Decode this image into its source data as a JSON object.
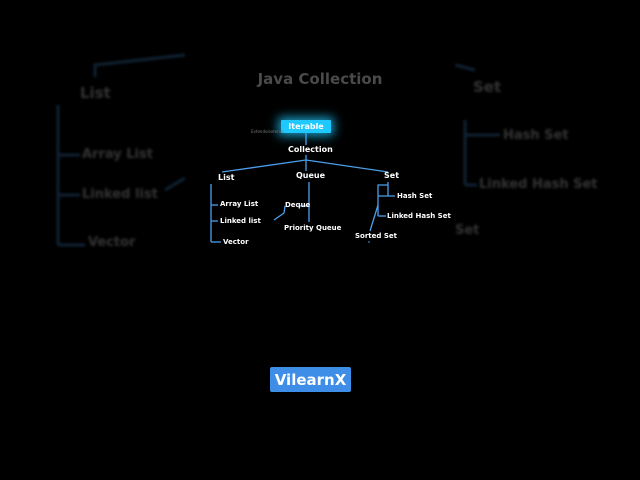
{
  "title": "Java Collection",
  "root": {
    "label": "Iterable",
    "extends_note": "Extends/extends"
  },
  "collection": "Collection",
  "branches": {
    "list": {
      "label": "List",
      "children": [
        "Array List",
        "Linked list",
        "Vector"
      ]
    },
    "queue": {
      "label": "Queue",
      "children": [
        "Deque",
        "Priority Queue"
      ]
    },
    "set": {
      "label": "Set",
      "children": [
        "Hash Set",
        "Linked Hash Set",
        "Sorted Set"
      ]
    }
  },
  "left_echo": {
    "label": "List",
    "children": [
      "Array List",
      "Linked list",
      "Vector"
    ]
  },
  "right_echo": {
    "label": "Set",
    "children": [
      "Hash Set",
      "Linked Hash Set",
      "Set"
    ]
  },
  "brand": "VilearnX",
  "colors": {
    "background": "#000000",
    "accent": "#1fc8ff",
    "line": "#4a9eea",
    "brand": "#3e8ee8",
    "title": "#4a4a4a"
  }
}
